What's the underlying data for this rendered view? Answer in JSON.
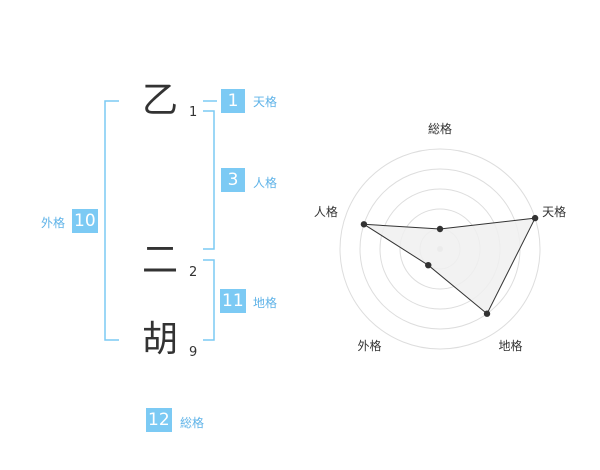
{
  "name": {
    "chars": [
      {
        "char": "乙",
        "strokes": "1"
      },
      {
        "char": "二",
        "strokes": "2"
      },
      {
        "char": "胡",
        "strokes": "9"
      }
    ]
  },
  "kakusu": {
    "tenkaku": {
      "value": "1",
      "label": "天格"
    },
    "jinkaku": {
      "value": "3",
      "label": "人格"
    },
    "chikaku": {
      "value": "11",
      "label": "地格"
    },
    "gaikaku": {
      "value": "10",
      "label": "外格"
    },
    "soukaku": {
      "value": "12",
      "label": "総格"
    }
  },
  "chart_data": {
    "type": "radar",
    "axes": [
      "総格",
      "天格",
      "地格",
      "外格",
      "人格"
    ],
    "values": [
      1,
      5,
      4,
      1,
      4
    ],
    "rmax": 5,
    "rings": 5,
    "colors": {
      "fill": "#f0f0f0",
      "stroke": "#333333",
      "grid": "#dddddd",
      "center": "#cccccc"
    }
  },
  "colors": {
    "accent": "#7ccaf4",
    "label": "#5fb3e8",
    "bracket": "#7ccaf4"
  }
}
